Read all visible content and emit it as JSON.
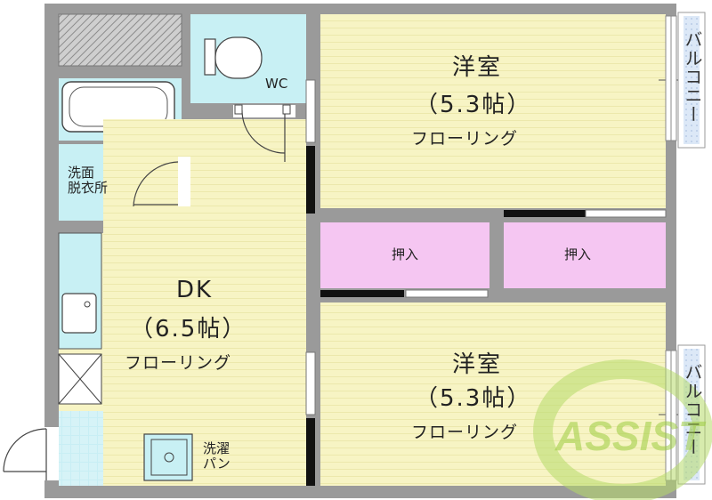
{
  "rooms": {
    "bedroom1": {
      "name": "洋室",
      "size": "（5.3帖）",
      "floor": "フローリング"
    },
    "bedroom2": {
      "name": "洋室",
      "size": "（5.3帖）",
      "floor": "フローリング"
    },
    "dk": {
      "name": "DK",
      "size": "（6.5帖）",
      "floor": "フローリング"
    },
    "wc": {
      "name": "WC"
    },
    "washroom": {
      "name": "洗面\n脱衣所"
    },
    "closet1": {
      "name": "押入"
    },
    "closet2": {
      "name": "押入"
    },
    "laundry": {
      "name": "洗濯\nパン"
    },
    "balcony1": {
      "name": "バルコニー"
    },
    "balcony2": {
      "name": "バルコニー"
    }
  },
  "watermark": {
    "text": "ASSIST"
  },
  "colors": {
    "wall": "#999999",
    "bedroom": "#f7f4c4",
    "wet": "#c8f0f4",
    "closet": "#f5c6f2",
    "balcony": "#d8e8f8",
    "watermark": "#9ccc40"
  }
}
